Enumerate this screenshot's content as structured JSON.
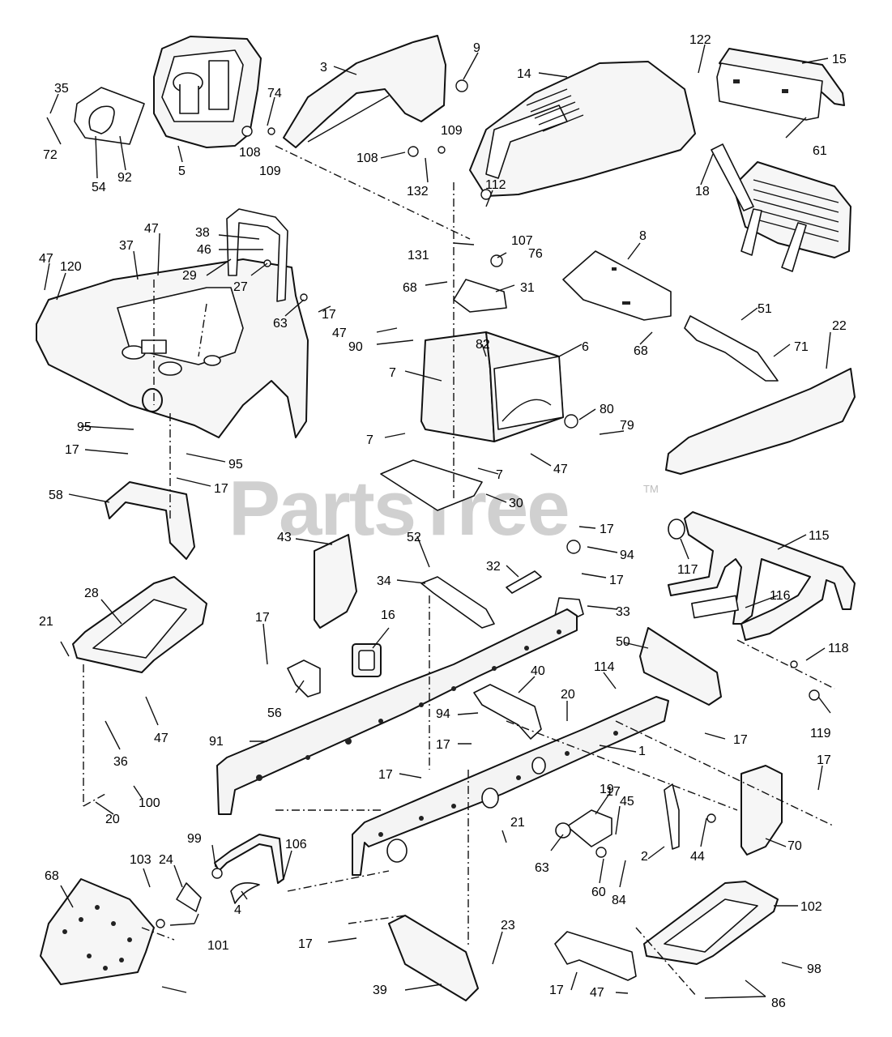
{
  "watermark": {
    "text": "PartsTree",
    "trademark": "TM"
  },
  "callouts": [
    "122",
    "15",
    "9",
    "14",
    "3",
    "35",
    "74",
    "108",
    "109",
    "72",
    "54",
    "92",
    "5",
    "108",
    "109",
    "132",
    "112",
    "61",
    "18",
    "47",
    "38",
    "46",
    "29",
    "27",
    "37",
    "47",
    "120",
    "131",
    "107",
    "76",
    "8",
    "68",
    "31",
    "63",
    "17",
    "51",
    "47",
    "90",
    "82",
    "7",
    "6",
    "71",
    "68",
    "22",
    "80",
    "79",
    "7",
    "47",
    "7",
    "95",
    "17",
    "95",
    "17",
    "58",
    "30",
    "17",
    "94",
    "17",
    "117",
    "115",
    "43",
    "52",
    "34",
    "32",
    "33",
    "116",
    "28",
    "21",
    "17",
    "16",
    "50",
    "118",
    "114",
    "40",
    "20",
    "56",
    "94",
    "47",
    "91",
    "17",
    "17",
    "119",
    "1",
    "17",
    "36",
    "17",
    "17",
    "45",
    "19",
    "20",
    "100",
    "99",
    "106",
    "21",
    "44",
    "70",
    "63",
    "60",
    "84",
    "2",
    "68",
    "103",
    "24",
    "102",
    "4",
    "101",
    "17",
    "23",
    "98",
    "39",
    "17",
    "47",
    "86"
  ]
}
